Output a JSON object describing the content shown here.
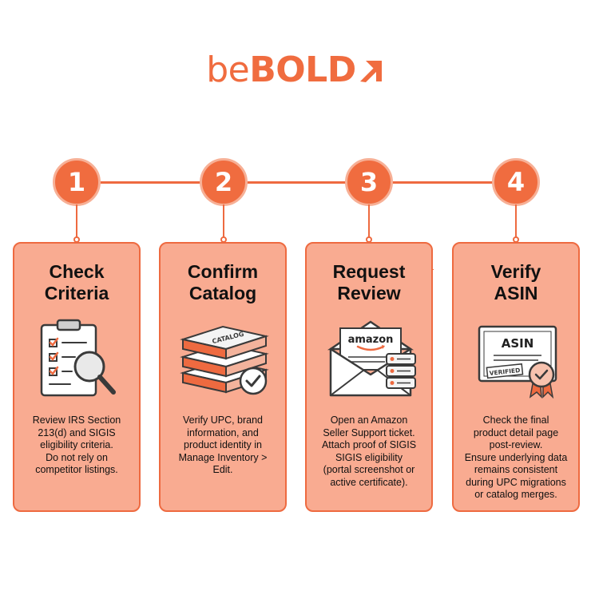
{
  "logo": {
    "light": "be",
    "bold": "BOLD"
  },
  "colors": {
    "accent": "#ee6a40",
    "card_fill": "#f9ab91",
    "circle": "#f06c3f"
  },
  "steps": [
    {
      "number": "1",
      "title_lines": [
        "Check",
        "Criteria"
      ],
      "icon": "clipboard-magnifier-icon",
      "desc_lines": [
        "Review IRS Section",
        "213(d) and SIGIS",
        "eligibility criteria.",
        "Do not rely on",
        "competitor listings."
      ]
    },
    {
      "number": "2",
      "title_lines": [
        "Confirm",
        "Catalog"
      ],
      "icon": "catalog-books-check-icon",
      "illus_label": "CATALOG",
      "desc_lines": [
        "Verify UPC, brand",
        "information, and",
        "product identity in",
        "Manage Inventory >",
        "Edit."
      ]
    },
    {
      "number": "3",
      "title_lines": [
        "Request",
        "Review"
      ],
      "icon": "amazon-envelope-icon",
      "illus_label": "amazon",
      "desc_lines": [
        "Open an Amazon",
        "Seller Support ticket.",
        "Attach proof of SIGIS",
        "SIGIS eligibility",
        "(portal screenshot or",
        "active certificate)."
      ]
    },
    {
      "number": "4",
      "title_lines": [
        "Verify",
        "ASIN"
      ],
      "icon": "asin-certificate-icon",
      "illus_label": "ASIN",
      "illus_stamp": "VERIFIED",
      "desc_lines": [
        "Check the final",
        "product detail page",
        "post-review.",
        "Ensure underlying data",
        "remains consistent",
        "during UPC migrations",
        "or catalog merges."
      ]
    }
  ]
}
